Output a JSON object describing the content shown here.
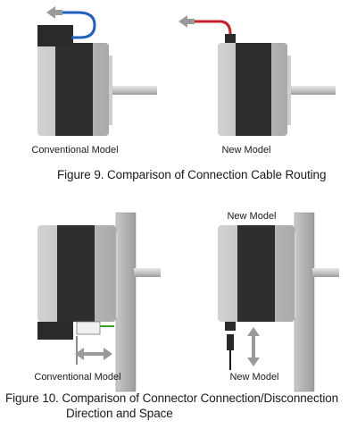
{
  "figure9": {
    "caption": "Figure 9.  Comparison of Connection Cable Routing",
    "left_label": "Conventional Model",
    "right_label": "New Model",
    "left_cable_color": "#1f5fbf",
    "right_cable_color": "#c8202a"
  },
  "figure10": {
    "caption_line1": "Figure 10.  Comparison of Connector Connection/Disconnection",
    "caption_line2": "Direction and Space",
    "left_label": "Conventional Model",
    "right_label": "New Model",
    "left_wire_color": "#3aa02a"
  },
  "colors": {
    "housing_light": "#bcbcbc",
    "housing_dark": "#2e2e2e",
    "connector": "#2a2a2a",
    "arrow_gray": "#9a9a9a",
    "plate": "#b5b5b5"
  }
}
